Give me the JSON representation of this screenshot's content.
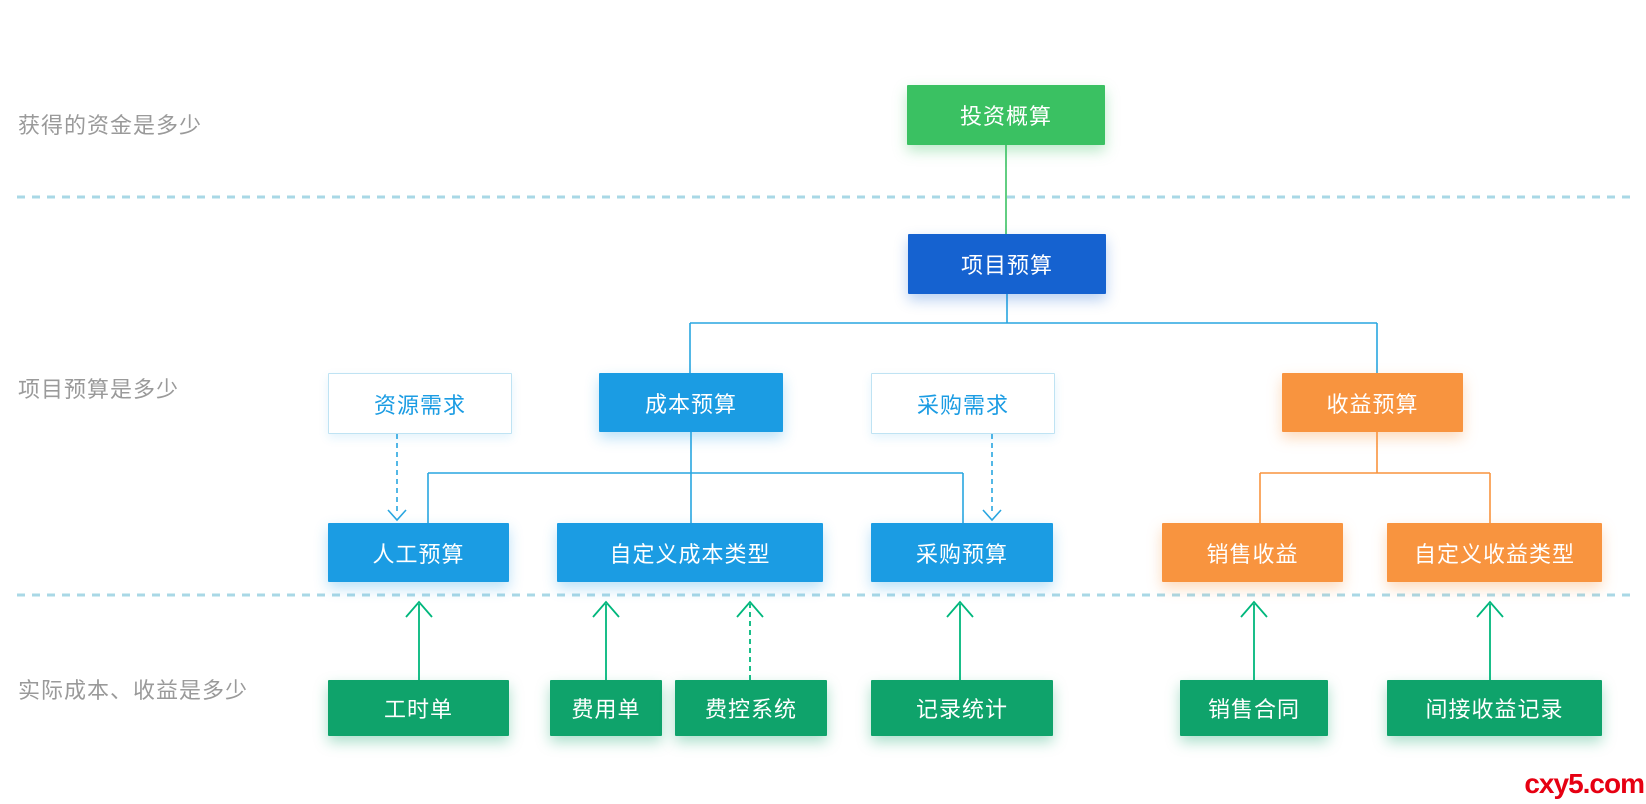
{
  "diagram": {
    "row_labels": {
      "funds": "获得的资金是多少",
      "budget": "项目预算是多少",
      "actual": "实际成本、收益是多少"
    },
    "nodes": {
      "investment_estimate": "投资概算",
      "project_budget": "项目预算",
      "resource_demand": "资源需求",
      "cost_budget": "成本预算",
      "procurement_demand": "采购需求",
      "revenue_budget": "收益预算",
      "labor_budget": "人工预算",
      "custom_cost_type": "自定义成本类型",
      "procurement_budget": "采购预算",
      "sales_revenue": "销售收益",
      "custom_revenue_type": "自定义收益类型",
      "timesheet": "工时单",
      "expense_form": "费用单",
      "expense_control_system": "费控系统",
      "record_statistics": "记录统计",
      "sales_contract": "销售合同",
      "indirect_revenue_record": "间接收益记录"
    },
    "colors": {
      "node_green": "#3ac162",
      "node_deep_blue": "#1562d0",
      "node_light_blue": "#1b9ce3",
      "node_orange": "#f8943f",
      "node_emerald": "#0fa36b",
      "arrow_green": "#00b77c",
      "connector_blue": "#29a6e0",
      "connector_orange": "#f8943f",
      "separator_blue": "#a9d8e6",
      "label_gray": "#9a9a9a",
      "watermark_red": "#e60012"
    }
  },
  "watermark": "cxy5.com"
}
